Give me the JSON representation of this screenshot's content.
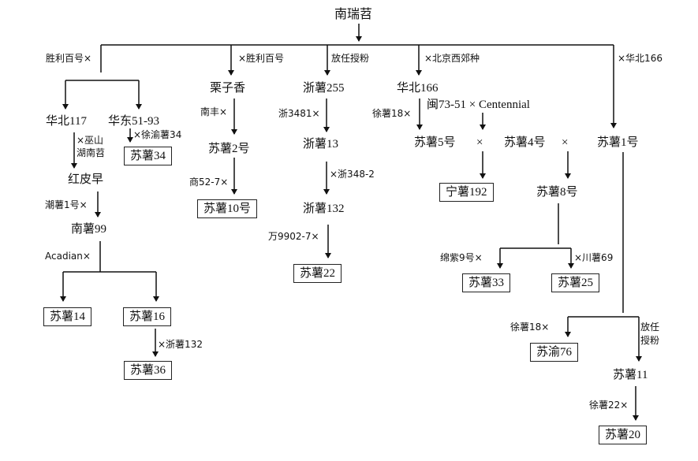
{
  "nodes": {
    "nanruishao": "南瑞苕",
    "huabei117": "华北117",
    "huadong5193": "华东51-93",
    "sushu34": "苏薯34",
    "hongpizao": "红皮早",
    "nanshu99": "南薯99",
    "sushu14": "苏薯14",
    "sushu16": "苏薯16",
    "sushu36": "苏薯36",
    "lizixiang": "栗子香",
    "sushu2": "苏薯2号",
    "sushu10": "苏薯10号",
    "zheshu255": "浙薯255",
    "zheshu13": "浙薯13",
    "zheshu132": "浙薯132",
    "sushu22": "苏薯22",
    "huabei166": "华北166",
    "min7351_centennial": "闽73-51 × Centennial",
    "sushu5": "苏薯5号",
    "sushu4": "苏薯4号",
    "ningshu192": "宁薯192",
    "sushu8": "苏薯8号",
    "sushu33": "苏薯33",
    "sushu25": "苏薯25",
    "sushu1": "苏薯1号",
    "suyu76": "苏渝76",
    "sushu11": "苏薯11",
    "sushu20": "苏薯20",
    "cross_mark_a": "×",
    "cross_mark_b": "×"
  },
  "labels": {
    "shengli_left": "胜利百号×",
    "shengli_right": "×胜利百号",
    "fangren_top": "放任授粉",
    "beijing_xijiao": "×北京西郊种",
    "huabei166_cross": "×华北166",
    "wushan_1": "×巫山",
    "wushan_2": "湖南苕",
    "xuyushu34": "×徐渝薯34",
    "chaoshu1": "潮薯1号×",
    "acadian": "Acadian×",
    "zheshu132_cross": "×浙薯132",
    "nanfeng": "南丰×",
    "shang527": "商52-7×",
    "zhe3481": "浙3481×",
    "zhe3482": "×浙348-2",
    "wan99027": "万9902-7×",
    "xushu18_a": "徐薯18×",
    "mianzi9": "绵紫9号×",
    "chuanshu69": "×川薯69",
    "xushu18_b": "徐薯18×",
    "fangren_1": "放任",
    "fangren_2": "授粉",
    "xushu22": "徐薯22×"
  }
}
